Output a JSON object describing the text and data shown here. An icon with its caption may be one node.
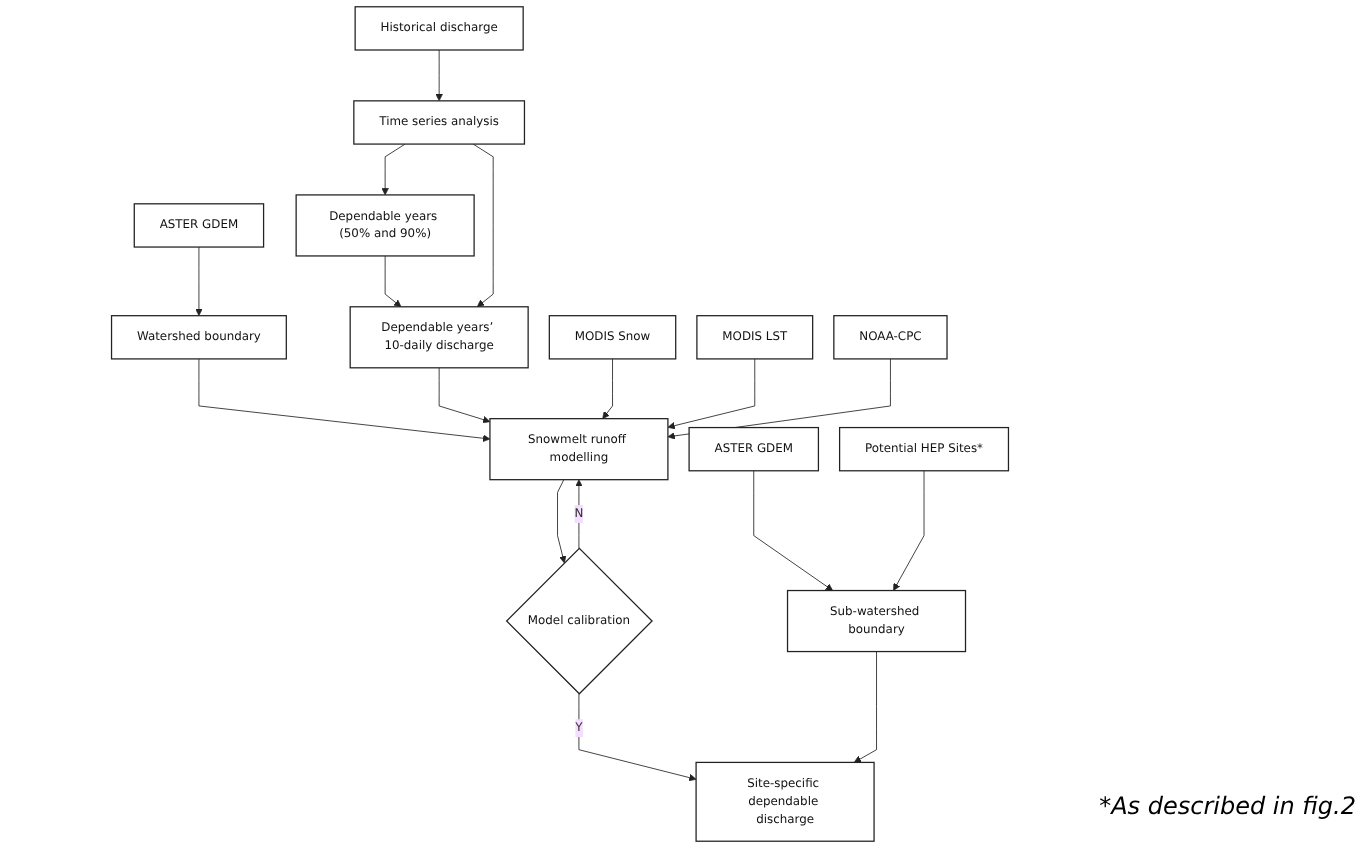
{
  "diagram": {
    "nodes": [
      {
        "text": [
          "ASTER GDEM"
        ]
      },
      {
        "text": [
          "Historical discharge"
        ]
      },
      {
        "text": [
          "Watershed boundary"
        ]
      },
      {
        "text": [
          "Dependable years (50% and 90%)"
        ]
      },
      {
        "text": [
          "Time series analysis"
        ]
      },
      {
        "text": [
          "MODIS Snow"
        ]
      },
      {
        "text": [
          "Snowmelt runoff modelling"
        ]
      },
      {
        "text": [
          "Dependable years’ 10-daily discharge"
        ]
      },
      {
        "text": [
          "MODIS LST"
        ]
      },
      {
        "text": [
          "NOAA-CPC"
        ]
      },
      {
        "text": [
          "Potential HEP Sites*"
        ]
      },
      {
        "text": [
          "Model calibration"
        ]
      },
      {
        "text": [
          "ASTER GDEM"
        ]
      },
      {
        "text": [
          "Sub-watershed boundary"
        ]
      },
      {
        "text": [
          "Site-specific dependable discharge"
        ]
      }
    ],
    "edges": [
      {
        "from": 0,
        "to": 2,
        "arrow": "to"
      },
      {
        "from": 2,
        "to": 6,
        "arrow": "to"
      },
      {
        "from": 1,
        "to": 4,
        "arrow": "to"
      },
      {
        "from": 4,
        "to": 3,
        "arrow": "to"
      },
      {
        "from": 3,
        "to": 7,
        "arrow": "to"
      },
      {
        "from": 4,
        "to": 7,
        "arrow": "to"
      },
      {
        "from": 7,
        "to": 6,
        "arrow": "to"
      },
      {
        "from": 5,
        "to": 6,
        "arrow": "to"
      },
      {
        "from": 8,
        "to": 6,
        "arrow": "to"
      },
      {
        "from": 9,
        "to": 6,
        "arrow": "to"
      },
      {
        "from": 6,
        "to": 11,
        "arrow": "to"
      },
      {
        "from": 11,
        "to": 6,
        "arrow": "to",
        "label": "N"
      },
      {
        "from": 11,
        "to": 14,
        "arrow": "to",
        "label": "Y"
      },
      {
        "from": 12,
        "to": 13,
        "arrow": "to"
      },
      {
        "from": 10,
        "to": 13,
        "arrow": "to"
      },
      {
        "from": 13,
        "to": 14,
        "arrow": "to"
      }
    ],
    "labels": [
      "*As described in fig.2"
    ]
  }
}
